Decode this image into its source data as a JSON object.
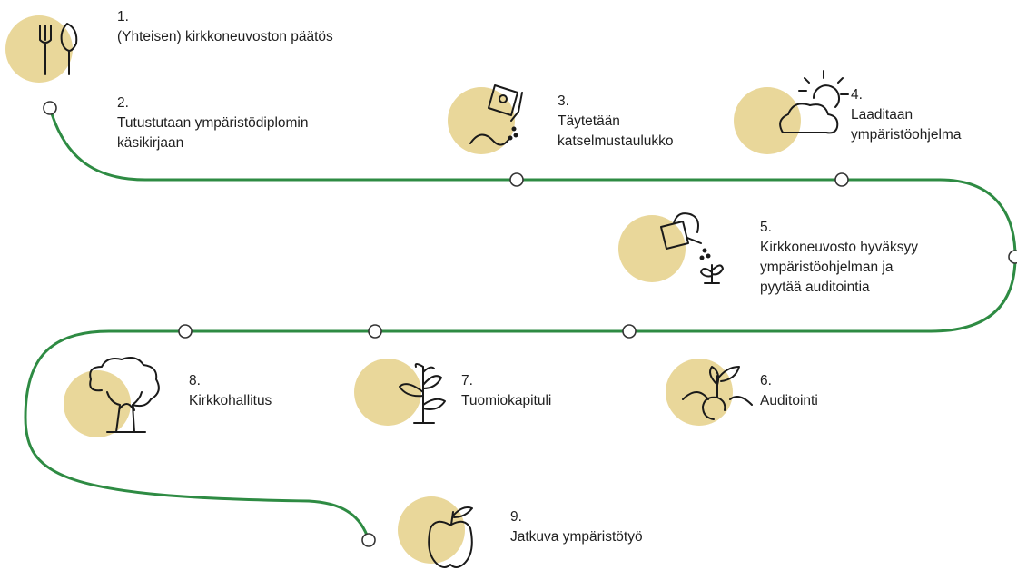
{
  "colors": {
    "path": "#2e8b43",
    "circle": "#e9d79a",
    "icon": "#1a1a1a",
    "node_fill": "#ffffff"
  },
  "steps": [
    {
      "num": "1.",
      "text": "(Yhteisen) kirkkoneuvoston päätös",
      "icon": "fork-trowel-icon"
    },
    {
      "num": "2.",
      "text": "Tutustutaan ympäristödiplomin\nkäsikirjaan",
      "icon": ""
    },
    {
      "num": "3.",
      "text": "Täytetään\nkatselmustaulukko",
      "icon": "seed-packet-icon"
    },
    {
      "num": "4.",
      "text": "Laaditaan\nympäristöohjelma",
      "icon": "sun-cloud-icon"
    },
    {
      "num": "5.",
      "text": "Kirkkoneuvosto hyväksyy\nympäristöohjelman ja\npyytää auditointia",
      "icon": "watering-can-icon"
    },
    {
      "num": "6.",
      "text": "Auditointi",
      "icon": "sprouting-seed-icon"
    },
    {
      "num": "7.",
      "text": "Tuomiokapituli",
      "icon": "young-plant-icon"
    },
    {
      "num": "8.",
      "text": "Kirkkohallitus",
      "icon": "tree-icon"
    },
    {
      "num": "9.",
      "text": "Jatkuva ympäristötyö",
      "icon": "apple-icon"
    }
  ]
}
